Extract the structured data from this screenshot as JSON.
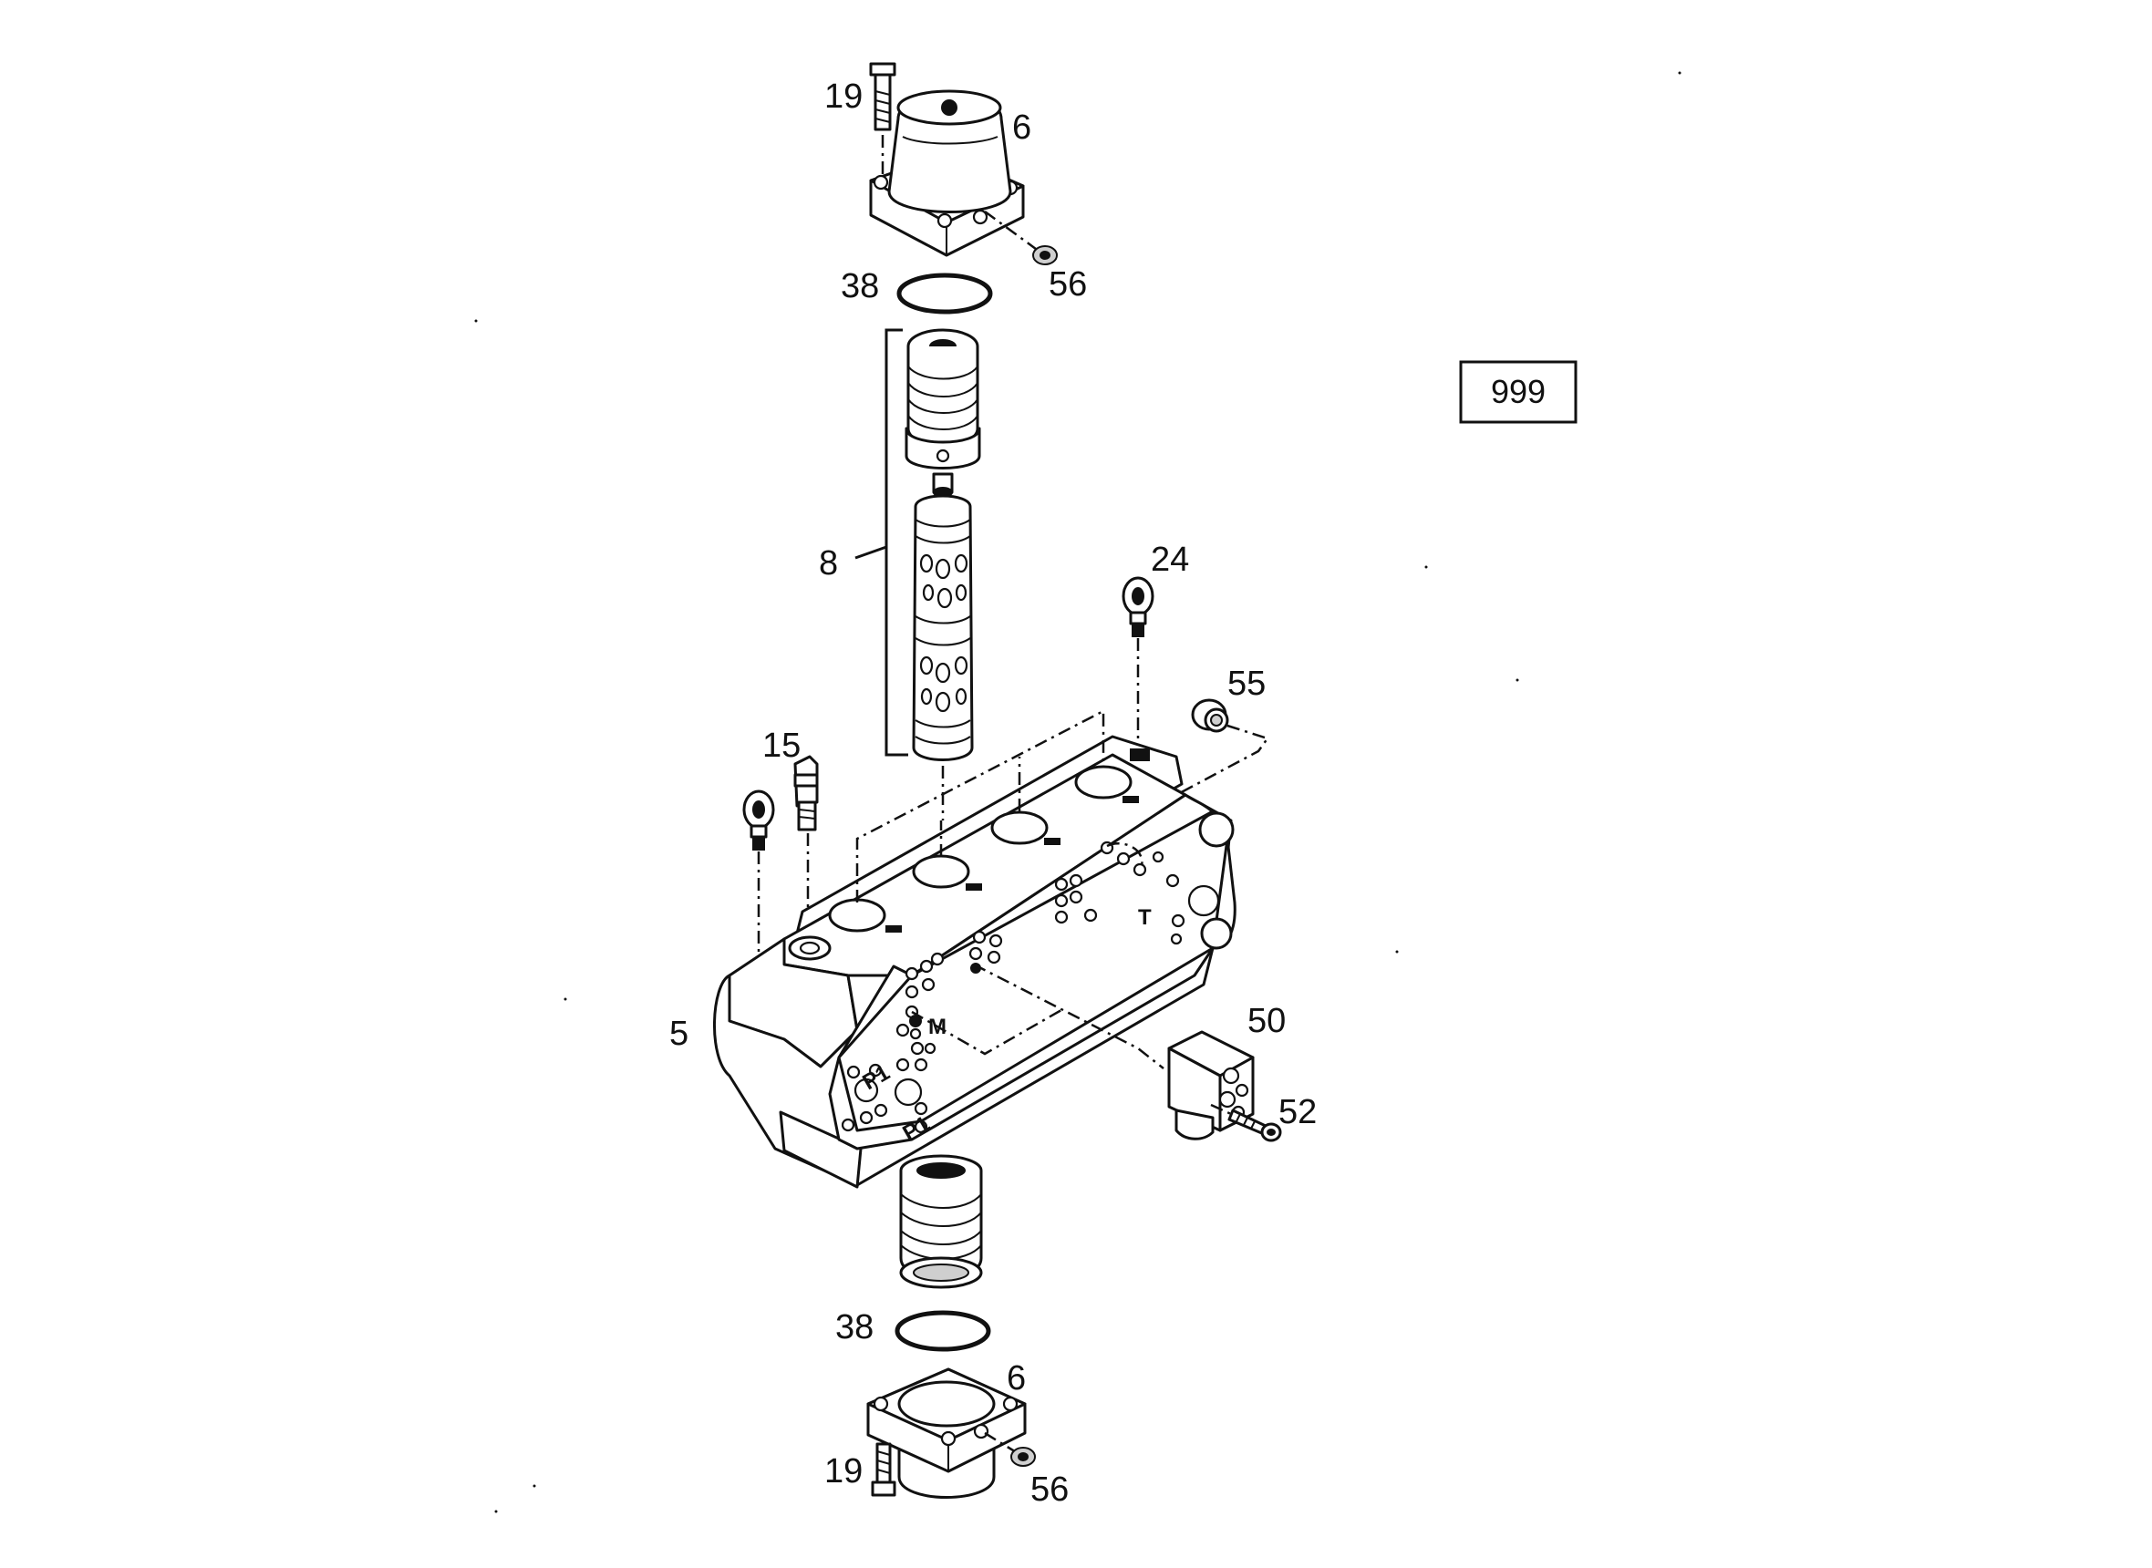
{
  "reference_box": "999",
  "callouts": {
    "c19_top": "19",
    "c6_top": "6",
    "c56_top": "56",
    "c38_top": "38",
    "c8": "8",
    "c24": "24",
    "c55": "55",
    "c15": "15",
    "c5": "5",
    "c50": "50",
    "c52": "52",
    "c38_bottom": "38",
    "c6_bottom": "6",
    "c19_bottom": "19",
    "c56_bottom": "56"
  },
  "ports": {
    "p1_left": "P1",
    "p1_right": "P1",
    "m": "M",
    "t": "T"
  }
}
